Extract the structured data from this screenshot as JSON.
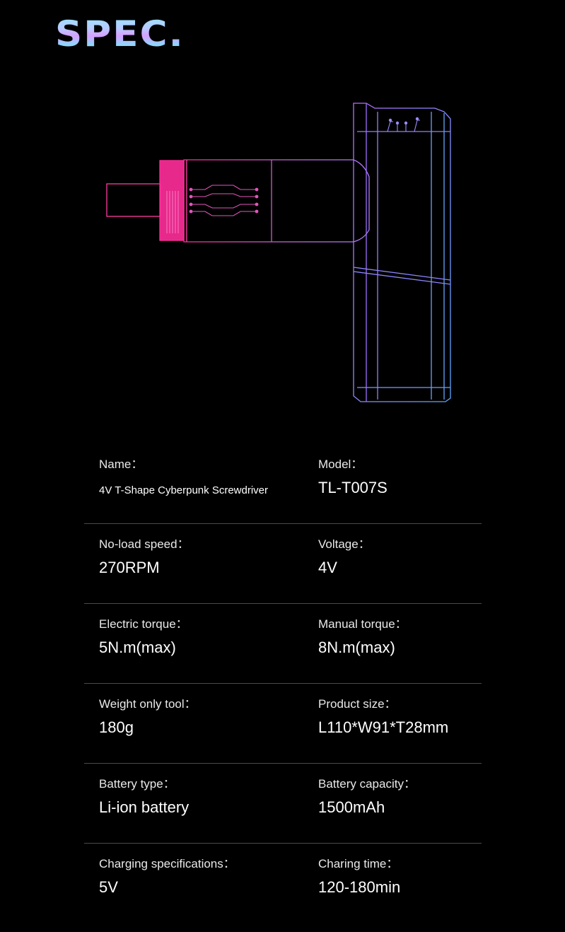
{
  "heading": "SPEC.",
  "colors": {
    "background": "#000000",
    "pink": "#ff2d9a",
    "violet": "#b86cff",
    "blue": "#6fa8ff",
    "divider": "#4a4a4a"
  },
  "specs": [
    {
      "left": {
        "label": "Name：",
        "value": "4V T-Shape Cyberpunk Screwdriver"
      },
      "right": {
        "label": "Model：",
        "value": "TL-T007S"
      }
    },
    {
      "left": {
        "label": "No-load speed：",
        "value": "270RPM"
      },
      "right": {
        "label": "Voltage：",
        "value": "4V"
      }
    },
    {
      "left": {
        "label": "Electric torque：",
        "value": "5N.m(max)"
      },
      "right": {
        "label": "Manual torque：",
        "value": "8N.m(max)"
      }
    },
    {
      "left": {
        "label": "Weight only tool：",
        "value": "180g"
      },
      "right": {
        "label": "Product size：",
        "value": "L110*W91*T28mm"
      }
    },
    {
      "left": {
        "label": "Battery type：",
        "value": "Li-ion battery"
      },
      "right": {
        "label": "Battery capacity：",
        "value": "1500mAh"
      }
    },
    {
      "left": {
        "label": "Charging specifications：",
        "value": "5V"
      },
      "right": {
        "label": "Charing time：",
        "value": "120-180min"
      }
    }
  ]
}
